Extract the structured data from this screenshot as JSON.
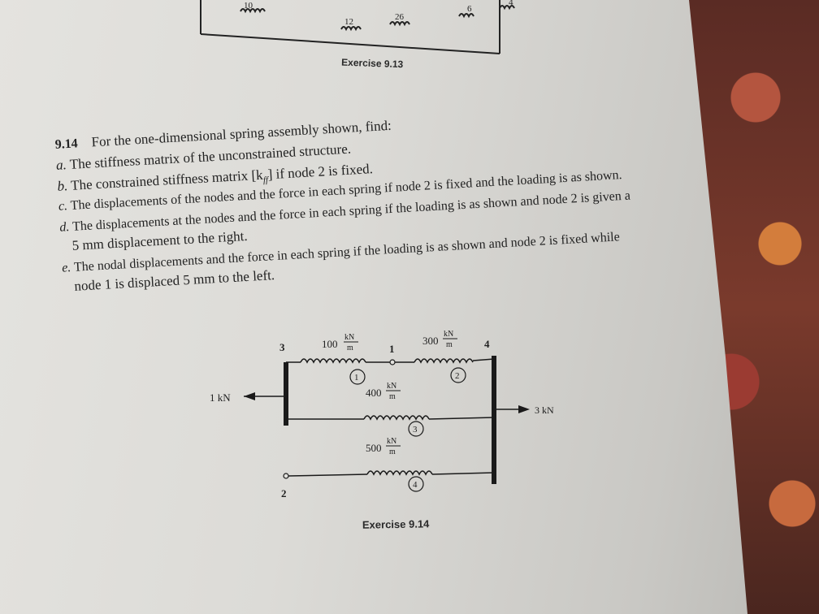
{
  "exercise_913": {
    "spring_labels": [
      "10",
      "12",
      "26",
      "6",
      "4"
    ],
    "caption": "Exercise 9.13"
  },
  "problem": {
    "number": "9.14",
    "intro": "For the one-dimensional spring assembly shown, find:",
    "items": [
      {
        "letter": "a.",
        "text": "The stiffness matrix of the unconstrained structure."
      },
      {
        "letter": "b.",
        "text": "The constrained stiffness matrix [k",
        "subscript": "ff",
        "text_after": "] if node 2 is fixed."
      },
      {
        "letter": "c.",
        "text": "The displacements of the nodes and the force in each spring if node 2 is fixed and the loading is as shown."
      },
      {
        "letter": "d.",
        "text": "The displacements at the nodes and the force in each spring if the loading is as shown and node 2 is given a",
        "continuation": "5 mm displacement to the right."
      },
      {
        "letter": "e.",
        "text": "The nodal displacements and the force in each spring if the loading is as shown and node 2 is fixed while",
        "continuation": "node 1 is displaced 5 mm to the left."
      }
    ]
  },
  "figure": {
    "nodes": [
      "3",
      "1",
      "4",
      "2"
    ],
    "springs": [
      {
        "id": "1",
        "value": "100",
        "unit_num": "kN",
        "unit_den": "m"
      },
      {
        "id": "2",
        "value": "300",
        "unit_num": "kN",
        "unit_den": "m"
      },
      {
        "id": "3",
        "value": "400",
        "unit_num": "kN",
        "unit_den": "m"
      },
      {
        "id": "4",
        "value": "500",
        "unit_num": "kN",
        "unit_den": "m"
      }
    ],
    "load_left": "1 kN",
    "load_right": "3 kN",
    "caption": "Exercise 9.14"
  }
}
